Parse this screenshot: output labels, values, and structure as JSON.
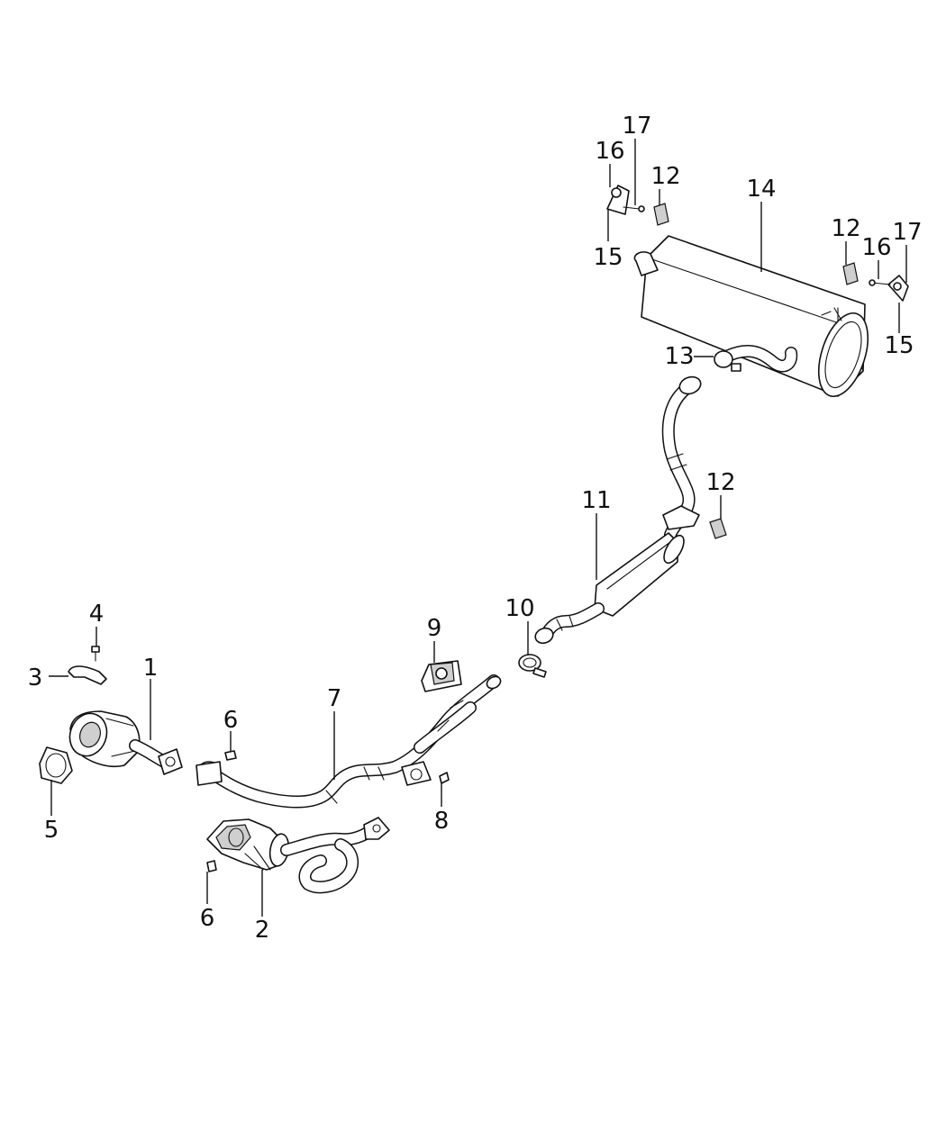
{
  "callouts": {
    "c1": "1",
    "c2": "2",
    "c3": "3",
    "c4": "4",
    "c5": "5",
    "c6a": "6",
    "c6b": "6",
    "c7": "7",
    "c8": "8",
    "c9": "9",
    "c10": "10",
    "c11": "11",
    "c12a": "12",
    "c12b": "12",
    "c12c": "12",
    "c13": "13",
    "c14": "14",
    "c15a": "15",
    "c15b": "15",
    "c16a": "16",
    "c16b": "16",
    "c17a": "17",
    "c17b": "17"
  }
}
